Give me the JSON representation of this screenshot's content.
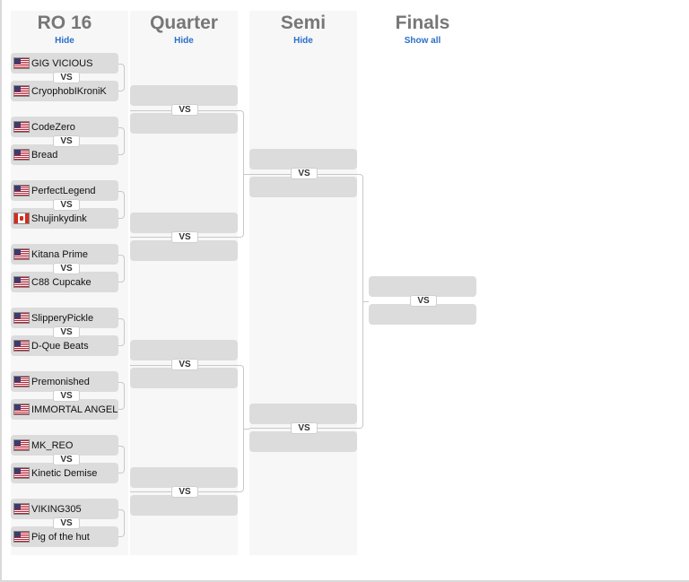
{
  "rounds": [
    {
      "title": "RO 16",
      "link": "Hide"
    },
    {
      "title": "Quarter",
      "link": "Hide"
    },
    {
      "title": "Semi",
      "link": "Hide"
    },
    {
      "title": "Finals",
      "link": "Show all"
    }
  ],
  "vs_label": "VS",
  "ro16": [
    {
      "top": {
        "name": "GIG VICIOUS",
        "flag": "us-flag"
      },
      "bottom": {
        "name": "CryophobIKroniK",
        "flag": "us-flag"
      }
    },
    {
      "top": {
        "name": "CodeZero",
        "flag": "us-flag"
      },
      "bottom": {
        "name": "Bread",
        "flag": "us-flag"
      }
    },
    {
      "top": {
        "name": "PerfectLegend",
        "flag": "us-flag"
      },
      "bottom": {
        "name": "Shujinkydink",
        "flag": "canada-flag"
      }
    },
    {
      "top": {
        "name": "Kitana Prime",
        "flag": "us-flag"
      },
      "bottom": {
        "name": "C88 Cupcake",
        "flag": "us-flag"
      }
    },
    {
      "top": {
        "name": "SlipperyPickle",
        "flag": "us-flag"
      },
      "bottom": {
        "name": "D-Que Beats",
        "flag": "us-flag"
      }
    },
    {
      "top": {
        "name": "Premonished",
        "flag": "us-flag"
      },
      "bottom": {
        "name": "IMMORTAL ANGEL",
        "flag": "us-flag"
      }
    },
    {
      "top": {
        "name": "MK_REO",
        "flag": "us-flag"
      },
      "bottom": {
        "name": "Kinetic Demise",
        "flag": "us-flag"
      }
    },
    {
      "top": {
        "name": "VIKING305",
        "flag": "us-flag"
      },
      "bottom": {
        "name": "Pig of the hut",
        "flag": "us-flag"
      }
    }
  ]
}
